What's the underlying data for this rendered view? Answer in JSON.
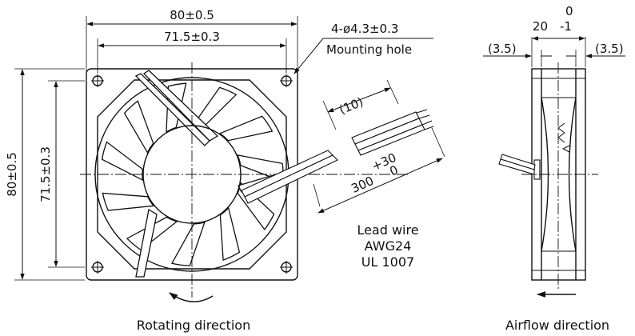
{
  "front_view": {
    "width_outer": "80±0.5",
    "width_holes": "71.5±0.3",
    "height_outer": "80±0.5",
    "height_holes": "71.5±0.3",
    "hole_spec": "4-ø4.3±0.3",
    "hole_label": "Mounting hole",
    "caption": "Rotating direction"
  },
  "lead_wire": {
    "strip_length": "(10)",
    "length_base": "300",
    "tol_plus": "+30",
    "tol_minus": "0",
    "label_line1": "Lead wire",
    "label_line2": "AWG24",
    "label_line3": "UL 1007"
  },
  "side_view": {
    "depth_base": "20",
    "depth_tol_upper": "0",
    "depth_tol_lower": "-1",
    "flange_left": "(3.5)",
    "flange_right": "(3.5)",
    "caption": "Airflow direction"
  }
}
